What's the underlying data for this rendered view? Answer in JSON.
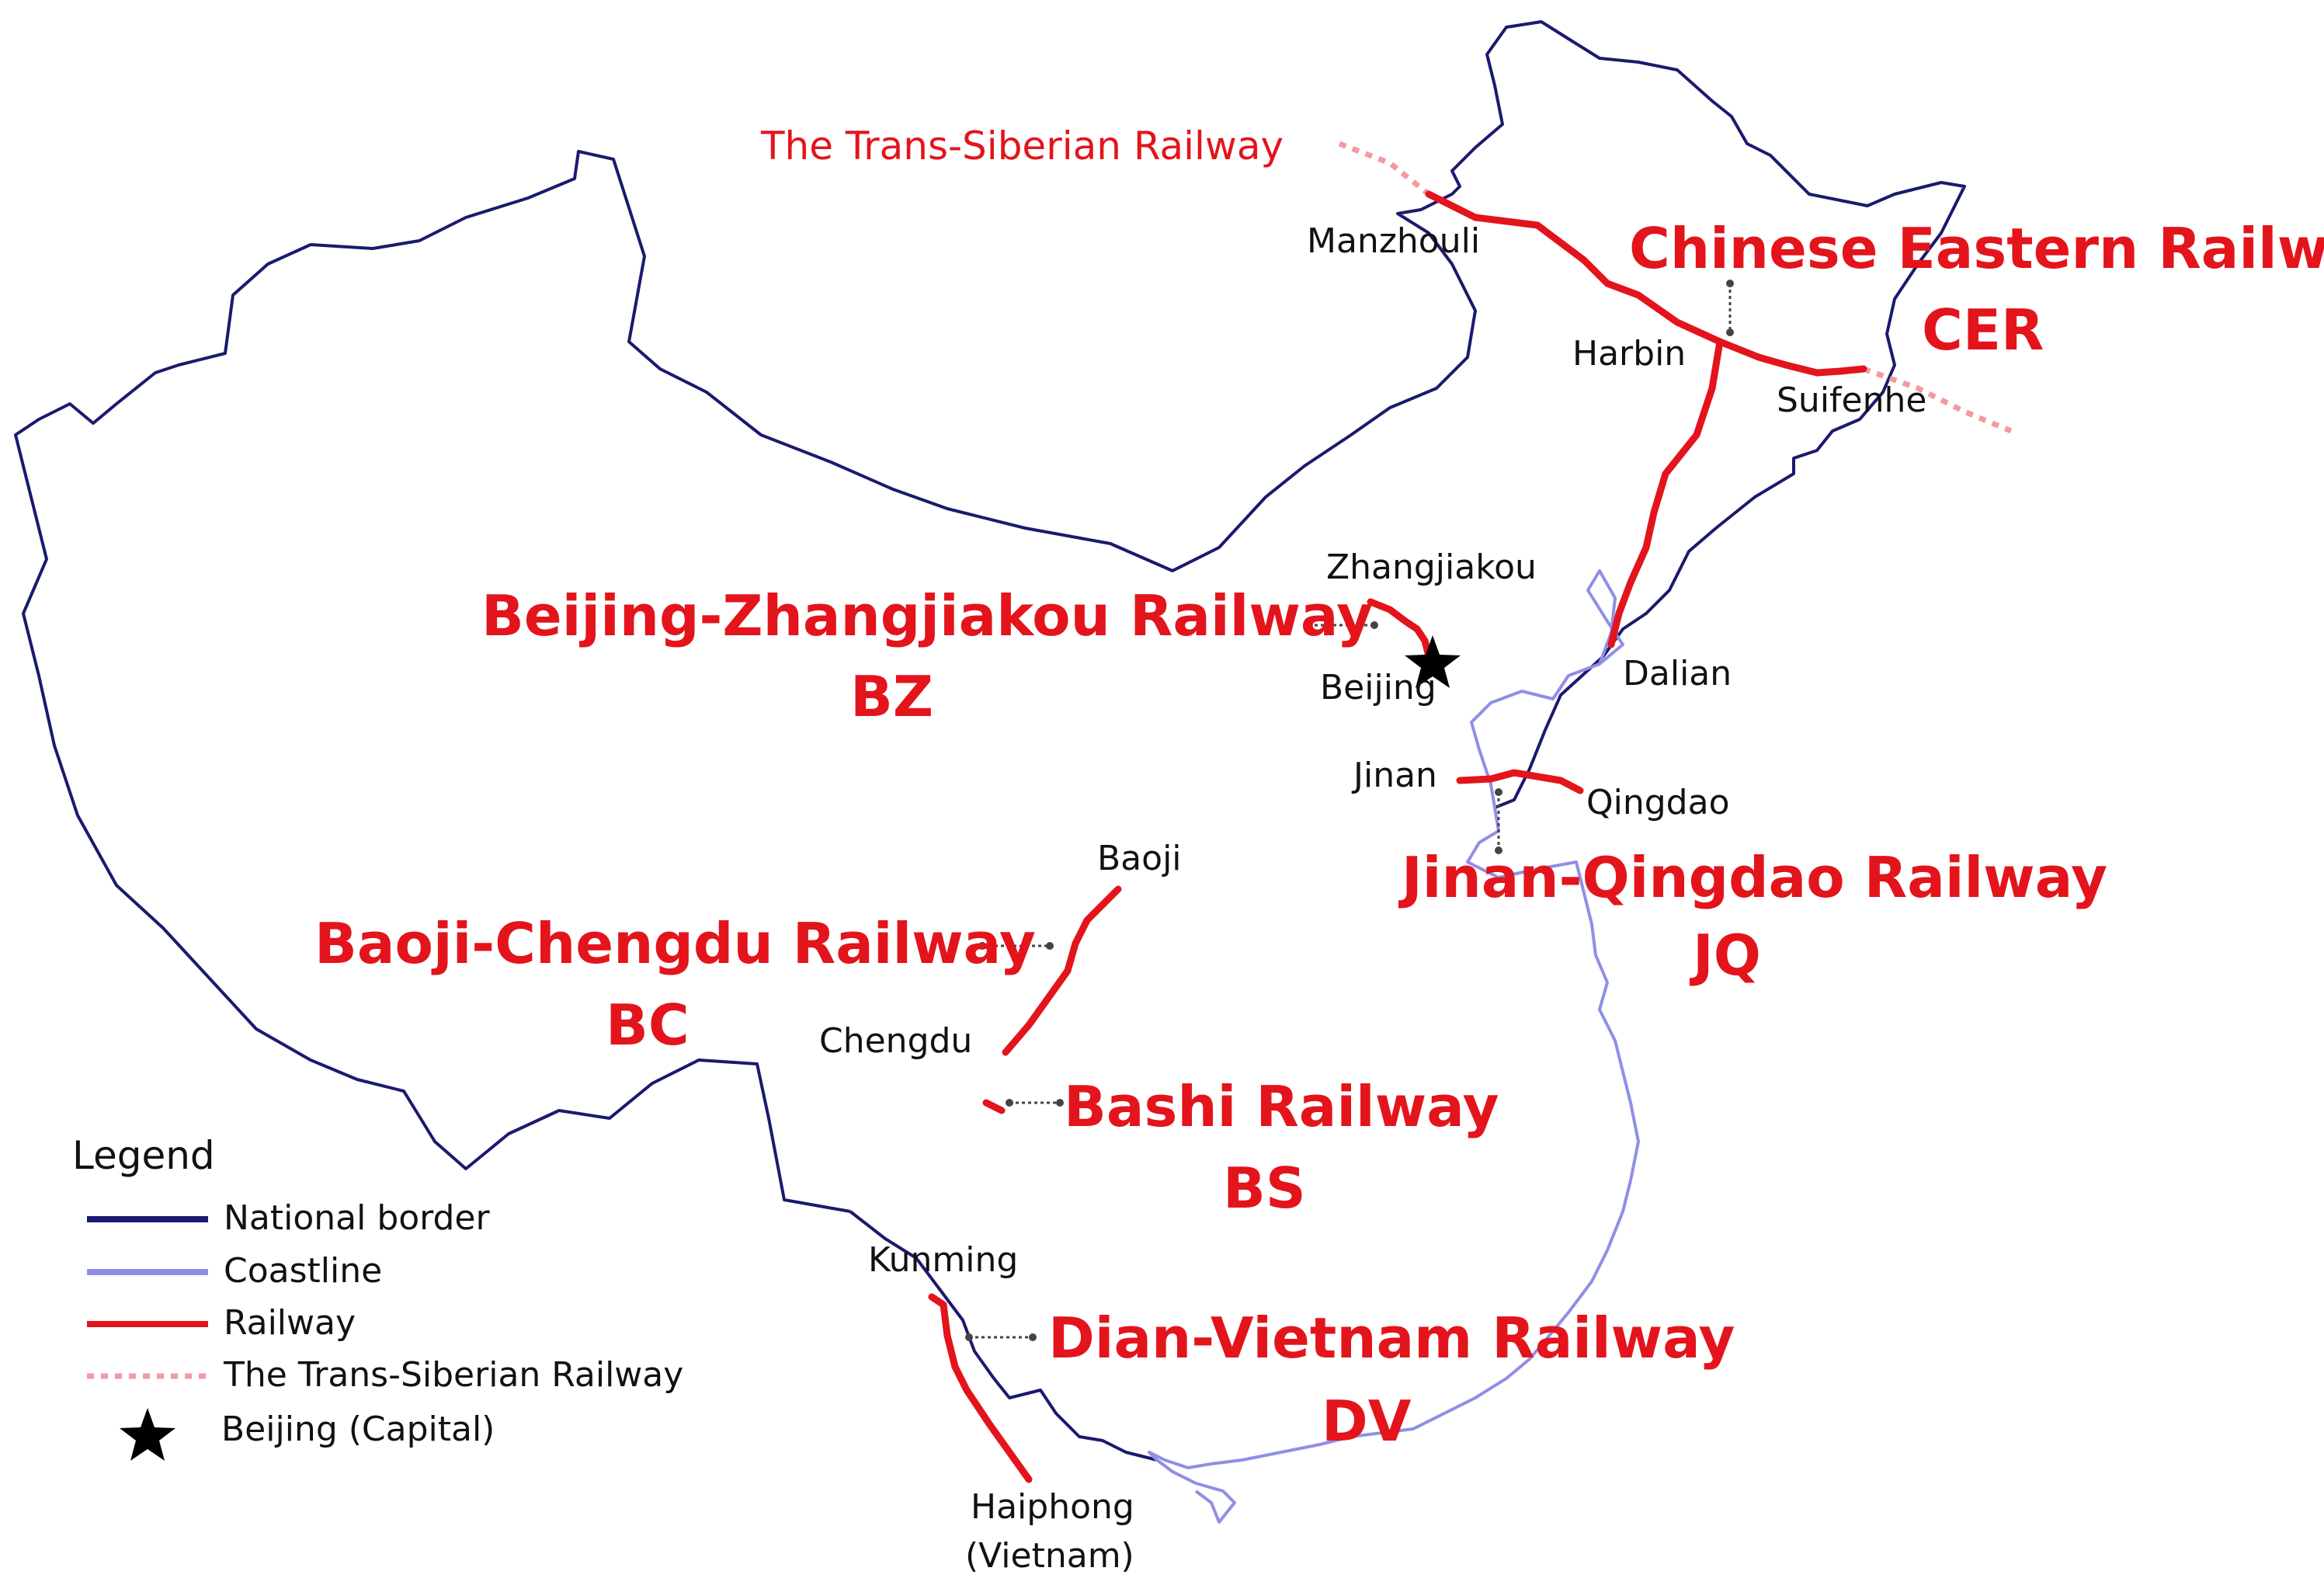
{
  "colors": {
    "border": "#1a1a6e",
    "coastline": "#8f8fe6",
    "railway": "#e3141b",
    "trans_siberian": "#f29aa0",
    "label_red": "#e3141b",
    "text": "#111111"
  },
  "trans_siberian_label": "The Trans-Siberian Railway",
  "railways": {
    "cer": {
      "name": "Chinese Eastern Railway",
      "abbr": "CER"
    },
    "bz": {
      "name": "Beijing-Zhangjiakou Railway",
      "abbr": "BZ"
    },
    "jq": {
      "name": "Jinan-Qingdao Railway",
      "abbr": "JQ"
    },
    "bc": {
      "name": "Baoji-Chengdu Railway",
      "abbr": "BC"
    },
    "bs": {
      "name": "Bashi Railway",
      "abbr": "BS"
    },
    "dv": {
      "name": "Dian-Vietnam Railway",
      "abbr": "DV"
    }
  },
  "cities": {
    "manzhouli": "Manzhouli",
    "harbin": "Harbin",
    "suifenhe": "Suifenhe",
    "zhangjiakou": "Zhangjiakou",
    "beijing": "Beijing",
    "dalian": "Dalian",
    "jinan": "Jinan",
    "qingdao": "Qingdao",
    "baoji": "Baoji",
    "chengdu": "Chengdu",
    "kunming": "Kunming",
    "haiphong": "Haiphong",
    "vietnam": "(Vietnam)"
  },
  "legend": {
    "title": "Legend",
    "items": [
      {
        "symbol": "border-line",
        "label": "National border"
      },
      {
        "symbol": "coastline-line",
        "label": "Coastline"
      },
      {
        "symbol": "railway-line",
        "label": "Railway"
      },
      {
        "symbol": "trans-siberian-dotted-line",
        "label": "The Trans-Siberian Railway"
      },
      {
        "symbol": "star-icon",
        "label": "Beijing (Capital)"
      }
    ]
  }
}
